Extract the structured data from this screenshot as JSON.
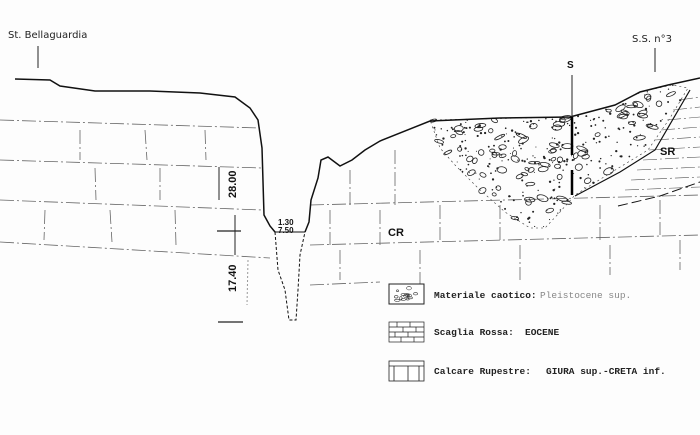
{
  "labels": {
    "station_left": "St. Bellaguardia",
    "station_right": "S.S. n°3",
    "section_marker": "S",
    "unit_cr": "CR",
    "unit_sr": "SR",
    "thickness_upper": "28.00",
    "thickness_lower": "17.40",
    "gorge_width_top": "1.30",
    "gorge_width_bottom": "7.50"
  },
  "legend": [
    {
      "pattern": "chaotic-pebbles",
      "name": "Materiale caotico:",
      "age": "Pleistocene sup."
    },
    {
      "pattern": "small-bricks",
      "name": "Scaglia Rossa:",
      "age": "EOCENE"
    },
    {
      "pattern": "large-blocks",
      "name": "Calcare Rupestre:",
      "age": "GIURA sup.-CRETA inf."
    }
  ]
}
